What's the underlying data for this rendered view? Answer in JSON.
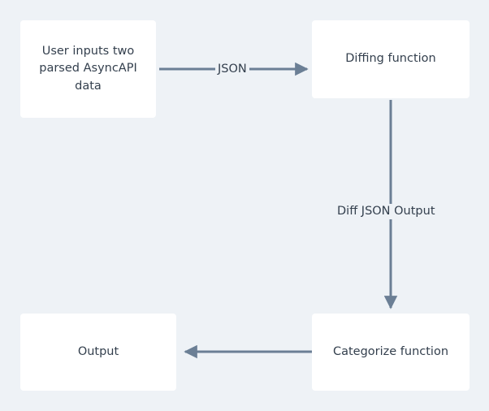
{
  "diagram": {
    "type": "flowchart",
    "direction": "left-to-right then top-to-bottom",
    "background_color": "#eef2f6",
    "node_fill_color": "#ffffff",
    "edge_color": "#6b7f95",
    "text_color": "#333f4d",
    "nodes": [
      {
        "id": "user-inputs",
        "label": "User inputs two parsed AsyncAPI data"
      },
      {
        "id": "diffing",
        "label": "Diffing function"
      },
      {
        "id": "categorize",
        "label": "Categorize function"
      },
      {
        "id": "output",
        "label": "Output"
      }
    ],
    "edges": [
      {
        "from": "user-inputs",
        "to": "diffing",
        "label": "JSON",
        "direction": "right"
      },
      {
        "from": "diffing",
        "to": "categorize",
        "label": "Diff JSON Output",
        "direction": "down"
      },
      {
        "from": "categorize",
        "to": "output",
        "label": "",
        "direction": "left"
      }
    ]
  }
}
